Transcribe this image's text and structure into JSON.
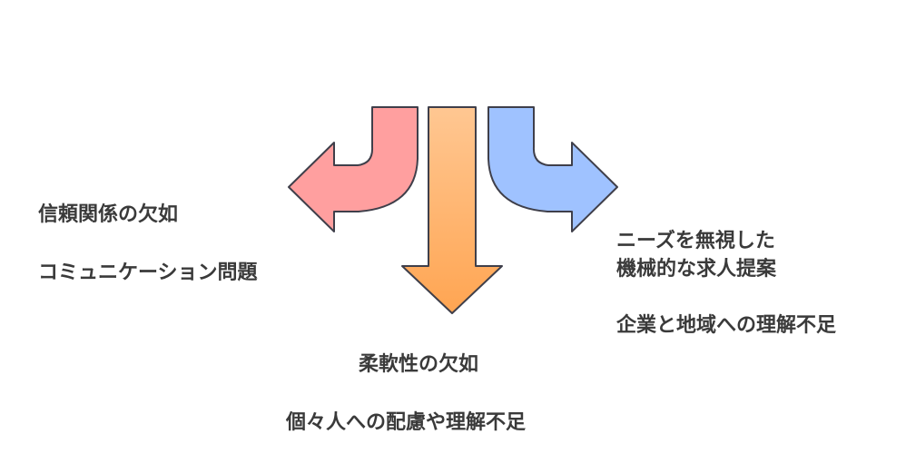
{
  "arrows": {
    "left": {
      "fill": "#ff9f9f",
      "stroke": "#3f3f4a"
    },
    "center": {
      "fill_top": "#ffc792",
      "fill_bottom": "#ffa552",
      "stroke": "#3f3f4a"
    },
    "right": {
      "fill": "#9fc2ff",
      "stroke": "#3f3f4a"
    }
  },
  "labels": {
    "left": {
      "item1": "信頼関係の欠如",
      "item2": "コミュニケーション問題"
    },
    "center": {
      "item1": "柔軟性の欠如",
      "item2": "個々人への配慮や理解不足"
    },
    "right": {
      "item1_line1": "ニーズを無視した",
      "item1_line2": "機械的な求人提案",
      "item2": "企業と地域への理解不足"
    }
  }
}
